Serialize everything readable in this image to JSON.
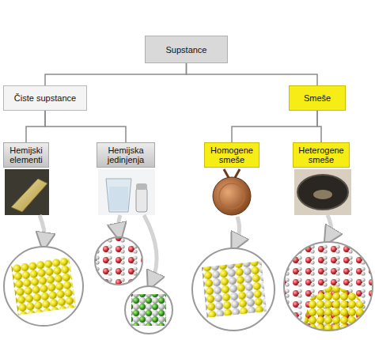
{
  "diagram": {
    "nodes": [
      {
        "text": [
          "Supstance"
        ]
      },
      {
        "text": [
          "Čiste supstance"
        ]
      },
      {
        "text": [
          "Smeše"
        ]
      },
      {
        "text": [
          "Hemijski elementi"
        ]
      },
      {
        "text": [
          "Hemijska jedinjenja"
        ]
      },
      {
        "text": [
          "Homogene smeše"
        ]
      },
      {
        "text": [
          "Heterogene smeše"
        ]
      }
    ],
    "edges": [
      {
        "from": 0,
        "to": 1,
        "arrow": "none"
      },
      {
        "from": 0,
        "to": 2,
        "arrow": "none"
      },
      {
        "from": 1,
        "to": 3,
        "arrow": "none"
      },
      {
        "from": 1,
        "to": 4,
        "arrow": "none"
      },
      {
        "from": 2,
        "to": 5,
        "arrow": "none"
      },
      {
        "from": 2,
        "to": 6,
        "arrow": "none"
      }
    ]
  }
}
